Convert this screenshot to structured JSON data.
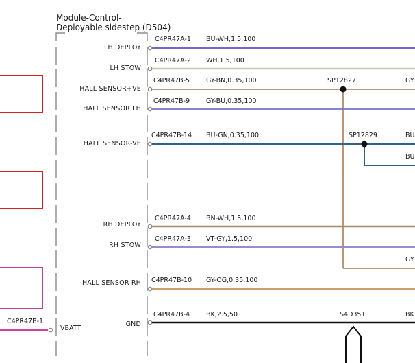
{
  "module": {
    "title_line1": "Module-Control-",
    "title_line2": "Deployable sidestep (D504)"
  },
  "pins": [
    {
      "id": "lh-deploy",
      "label": "LH DEPLOY",
      "connector": "C4PR47A-1",
      "wire": "BU-WH,1.5,100",
      "color": "#6a6ad0"
    },
    {
      "id": "lh-stow",
      "label": "LH STOW",
      "connector": "C4PR47A-2",
      "wire": "WH,1.5,100",
      "color": "#d9d9c8"
    },
    {
      "id": "hall-sensor-pos",
      "label": "HALL SENSOR+VE",
      "connector": "C4PR47B-5",
      "wire": "GY-BN,0.35,100",
      "color": "#b08a68"
    },
    {
      "id": "hall-sensor-lh",
      "label": "HALL SENSOR LH",
      "connector": "C4PR47B-9",
      "wire": "GY-BU,0.35,100",
      "color": "#7676c8"
    },
    {
      "id": "hall-sensor-neg",
      "label": "HALL SENSOR-VE",
      "connector": "C4PR47B-14",
      "wire": "BU-GN,0.35,100",
      "color": "#2f5f8f"
    },
    {
      "id": "rh-deploy",
      "label": "RH DEPLOY",
      "connector": "C4PR47A-4",
      "wire": "BN-WH,1.5,100",
      "color": "#a88a6a"
    },
    {
      "id": "rh-stow",
      "label": "RH STOW",
      "connector": "C4PR47A-3",
      "wire": "VT-GY,1.5,100",
      "color": "#9a8ccc"
    },
    {
      "id": "hall-sensor-rh",
      "label": "HALL SENSOR RH",
      "connector": "C4PR47B-10",
      "wire": "GY-OG,0.35,100",
      "color": "#c8925a"
    },
    {
      "id": "gnd",
      "label": "GND",
      "connector": "C4PR47B-4",
      "wire": "BK,2.5,50",
      "color": "#111111"
    }
  ],
  "vbatt": {
    "label": "VBATT",
    "connector": "C4PR47B-1",
    "color": "#d040a0"
  },
  "splices": [
    {
      "id": "sp12827",
      "label": "SP12827"
    },
    {
      "id": "sp12829",
      "label": "SP12829"
    },
    {
      "id": "s4d351",
      "label": "S4D351"
    }
  ],
  "edge_labels": {
    "gy_top": "GY",
    "bu_1": "BU",
    "bu_2": "BU",
    "gy_bottom": "GY",
    "bk": "BK"
  },
  "external_boxes": [
    {
      "id": "box-1",
      "color": "#d42020"
    },
    {
      "id": "box-2",
      "color": "#d42020"
    },
    {
      "id": "box-3",
      "color": "#c040a0"
    }
  ]
}
